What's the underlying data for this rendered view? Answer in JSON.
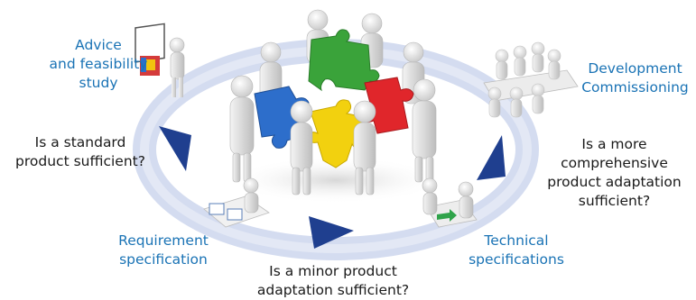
{
  "stages": {
    "advice": {
      "line1": "Advice",
      "line2": "and feasibility",
      "line3": "study"
    },
    "requirement": {
      "line1": "Requirement",
      "line2": "specification"
    },
    "technical": {
      "line1": "Technical",
      "line2": "specifications"
    },
    "development": {
      "line1": "Development",
      "line2": "Commissioning"
    }
  },
  "questions": {
    "standard": {
      "line1": "Is a standard",
      "line2": "product sufficient?"
    },
    "minor": {
      "line1": "Is a minor product",
      "line2": "adaptation sufficient?"
    },
    "comprehensive": {
      "line1": "Is a more",
      "line2": "comprehensive",
      "line3": "product adaptation",
      "line4": "sufficient?"
    }
  },
  "colors": {
    "stage_text": "#1a73b5",
    "question_text": "#1a1a1a",
    "cycle_band": "#c9d3ec",
    "arrow": "#1f3f8f",
    "puzzle_green": "#3aa33a",
    "puzzle_red": "#e0262b",
    "puzzle_blue": "#2d6ecb",
    "puzzle_yellow": "#f2d10f"
  },
  "icons": [
    "presentation-board-icon",
    "team-meeting-icon",
    "document-review-icon",
    "technical-discussion-icon",
    "puzzle-team-icon"
  ]
}
